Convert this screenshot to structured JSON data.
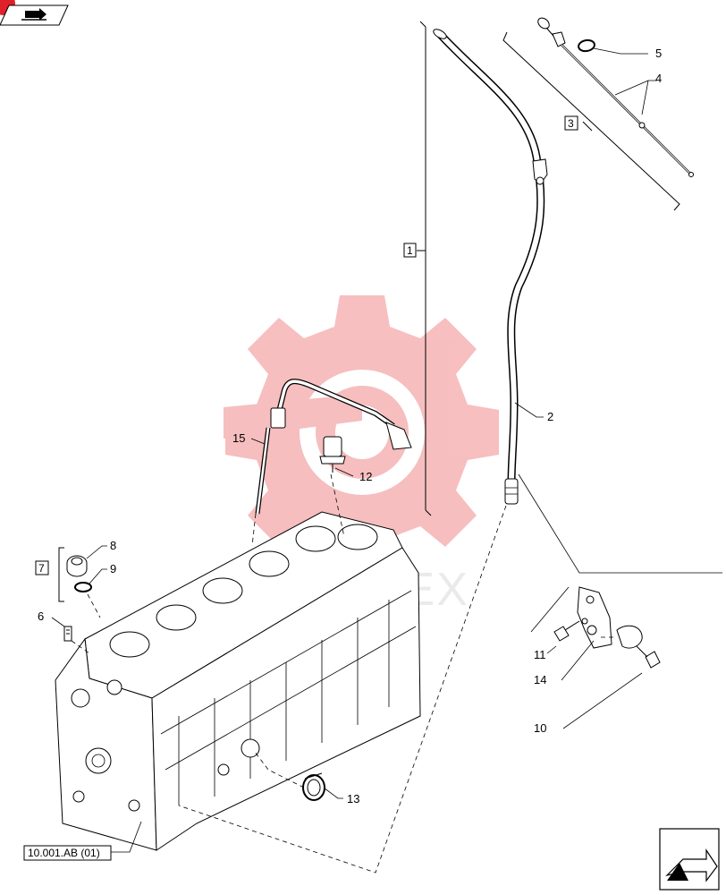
{
  "callouts": [
    {
      "id": "c1",
      "text": "1"
    },
    {
      "id": "c2",
      "text": "2"
    },
    {
      "id": "c3",
      "text": "3"
    },
    {
      "id": "c4",
      "text": "4"
    },
    {
      "id": "c5",
      "text": "5"
    },
    {
      "id": "c6",
      "text": "6"
    },
    {
      "id": "c7",
      "text": "7"
    },
    {
      "id": "c8",
      "text": "8"
    },
    {
      "id": "c9",
      "text": "9"
    },
    {
      "id": "c10",
      "text": "10"
    },
    {
      "id": "c11",
      "text": "11"
    },
    {
      "id": "c12",
      "text": "12"
    },
    {
      "id": "c13",
      "text": "13"
    },
    {
      "id": "c14",
      "text": "14"
    },
    {
      "id": "c15",
      "text": "15"
    }
  ],
  "reference_label": "10.001.AB (01)",
  "watermark_text": "MAREX",
  "colors": {
    "watermark": "#f6b8b8",
    "badge": "#e0202a",
    "ink": "#000000"
  },
  "icons": {
    "top_left": "nav-back-arrow-icon",
    "bottom_right": "next-page-arrow-icon"
  }
}
